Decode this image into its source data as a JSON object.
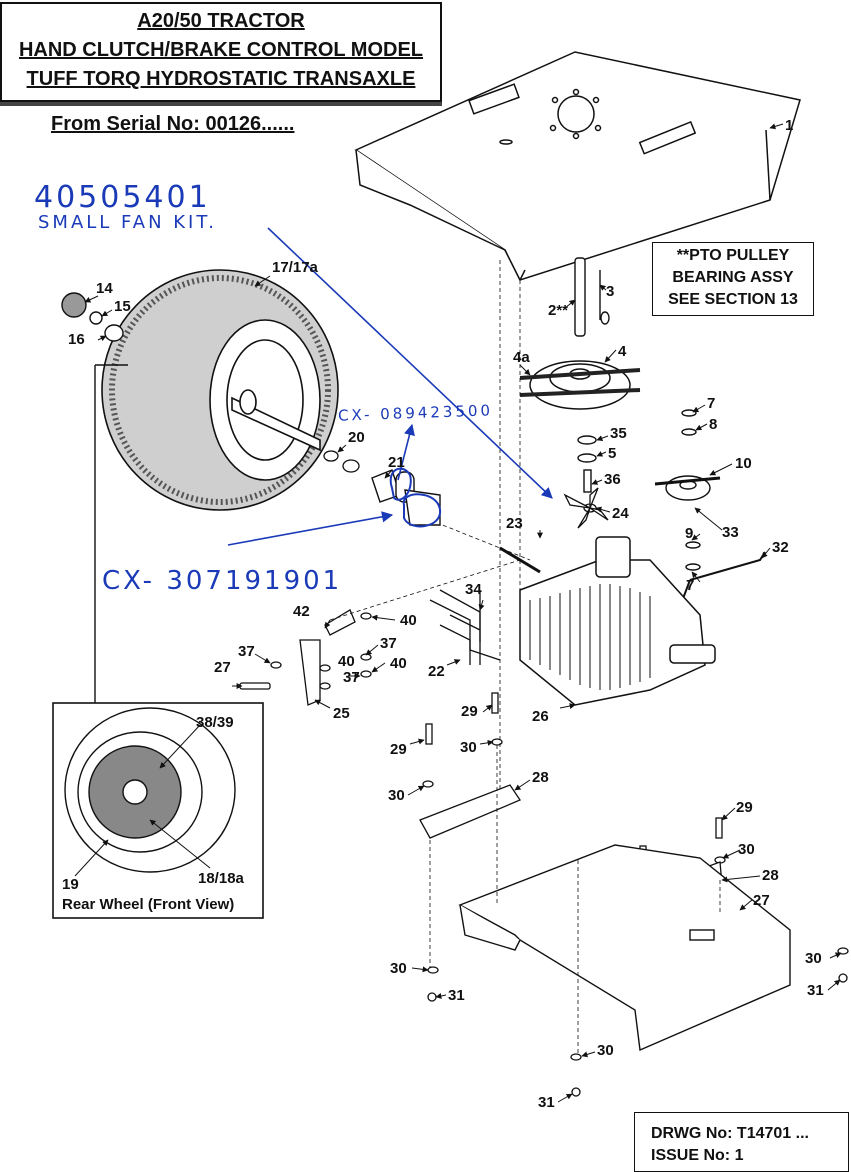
{
  "title": {
    "line1": "A20/50 TRACTOR",
    "line2": "HAND CLUTCH/BRAKE CONTROL MODEL",
    "line3": "TUFF TORQ HYDROSTATIC TRANSAXLE"
  },
  "serial_note": "From Serial No: 00126......",
  "pto_note": {
    "line1": "**PTO PULLEY",
    "line2": "BEARING ASSY",
    "line3": "SEE SECTION 13"
  },
  "drawing": {
    "number": "DRWG No: T14701 ...",
    "issue": "ISSUE No: 1"
  },
  "handwritten": {
    "kit_number": "40505401",
    "kit_name": "SMALL FAN KIT.",
    "cx_upper": "CX- 089423500",
    "cx_lower": "CX- 307191901"
  },
  "inset": {
    "caption": "Rear Wheel (Front View)",
    "labels": [
      "38/39",
      "19",
      "18/18a"
    ]
  },
  "callouts": [
    "1",
    "2**",
    "3",
    "4",
    "4a",
    "5",
    "7",
    "7",
    "8",
    "9",
    "10",
    "14",
    "15",
    "16",
    "17/17a",
    "20",
    "21",
    "22",
    "23",
    "24",
    "25",
    "26",
    "27",
    "27",
    "28",
    "28",
    "29",
    "29",
    "29",
    "30",
    "30",
    "30",
    "30",
    "30",
    "30",
    "31",
    "31",
    "31",
    "32",
    "33",
    "34",
    "35",
    "36",
    "37",
    "37",
    "37",
    "40",
    "40",
    "40",
    "42"
  ],
  "colors": {
    "ink": "#111111",
    "pen": "#1a3ab8"
  }
}
